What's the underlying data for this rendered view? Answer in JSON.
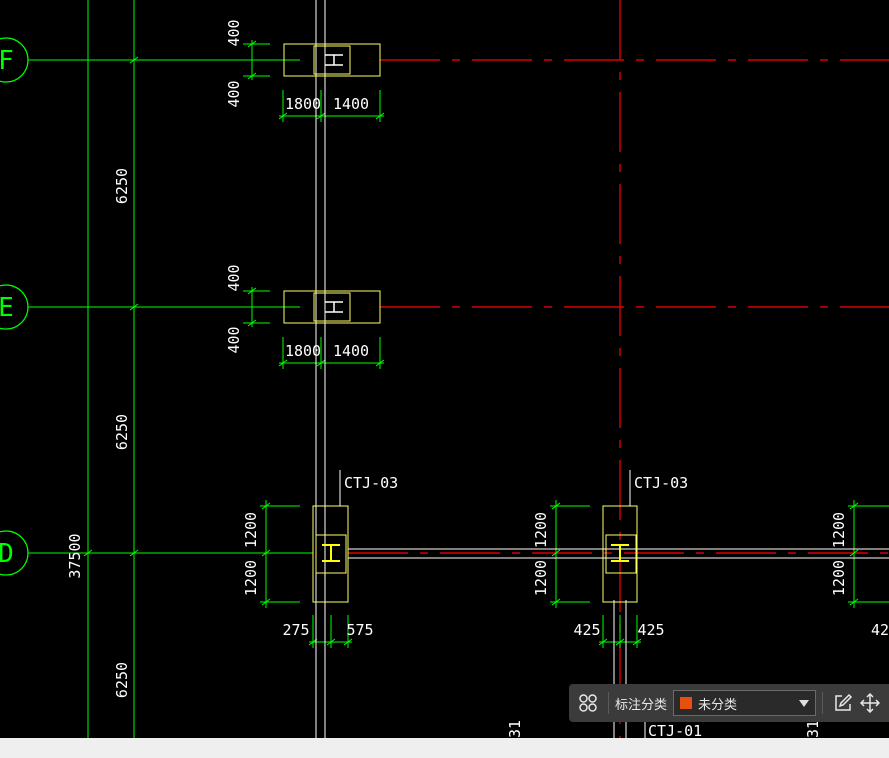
{
  "drawing": {
    "axis_labels": [
      "F",
      "E",
      "D"
    ],
    "dim_vertical": {
      "total": "37500",
      "segments": [
        "6250",
        "6250",
        "6250"
      ]
    },
    "footing_small": [
      {
        "dims_v": [
          "400",
          "400"
        ],
        "dims_h": [
          "1800",
          "1400"
        ]
      },
      {
        "dims_v": [
          "400",
          "400"
        ],
        "dims_h": [
          "1800",
          "1400"
        ]
      }
    ],
    "footing_ctj": [
      {
        "label": "CTJ-03",
        "dims_v": [
          "1200",
          "1200"
        ],
        "dims_h": [
          "275",
          "575"
        ]
      },
      {
        "label": "CTJ-03",
        "dims_v": [
          "1200",
          "1200"
        ],
        "dims_h": [
          "425",
          "425"
        ]
      },
      {
        "dims_v": [
          "1200",
          "1200"
        ],
        "dims_h": [
          "42"
        ]
      }
    ],
    "bottom_labels": {
      "ctj01": "CTJ-01",
      "partial_a": "31",
      "partial_b": "31"
    },
    "colors": {
      "grid_green": "#00ff00",
      "axis_red": "#ff0000",
      "outline_yellow": "#ffff66",
      "white": "#ffffff"
    }
  },
  "toolbar": {
    "label": "标注分类",
    "selected_value": "未分类",
    "swatch_color": "#e8500e",
    "icons": [
      "grid-view-icon",
      "chevron-down-icon",
      "edit-icon",
      "move-icon"
    ]
  }
}
